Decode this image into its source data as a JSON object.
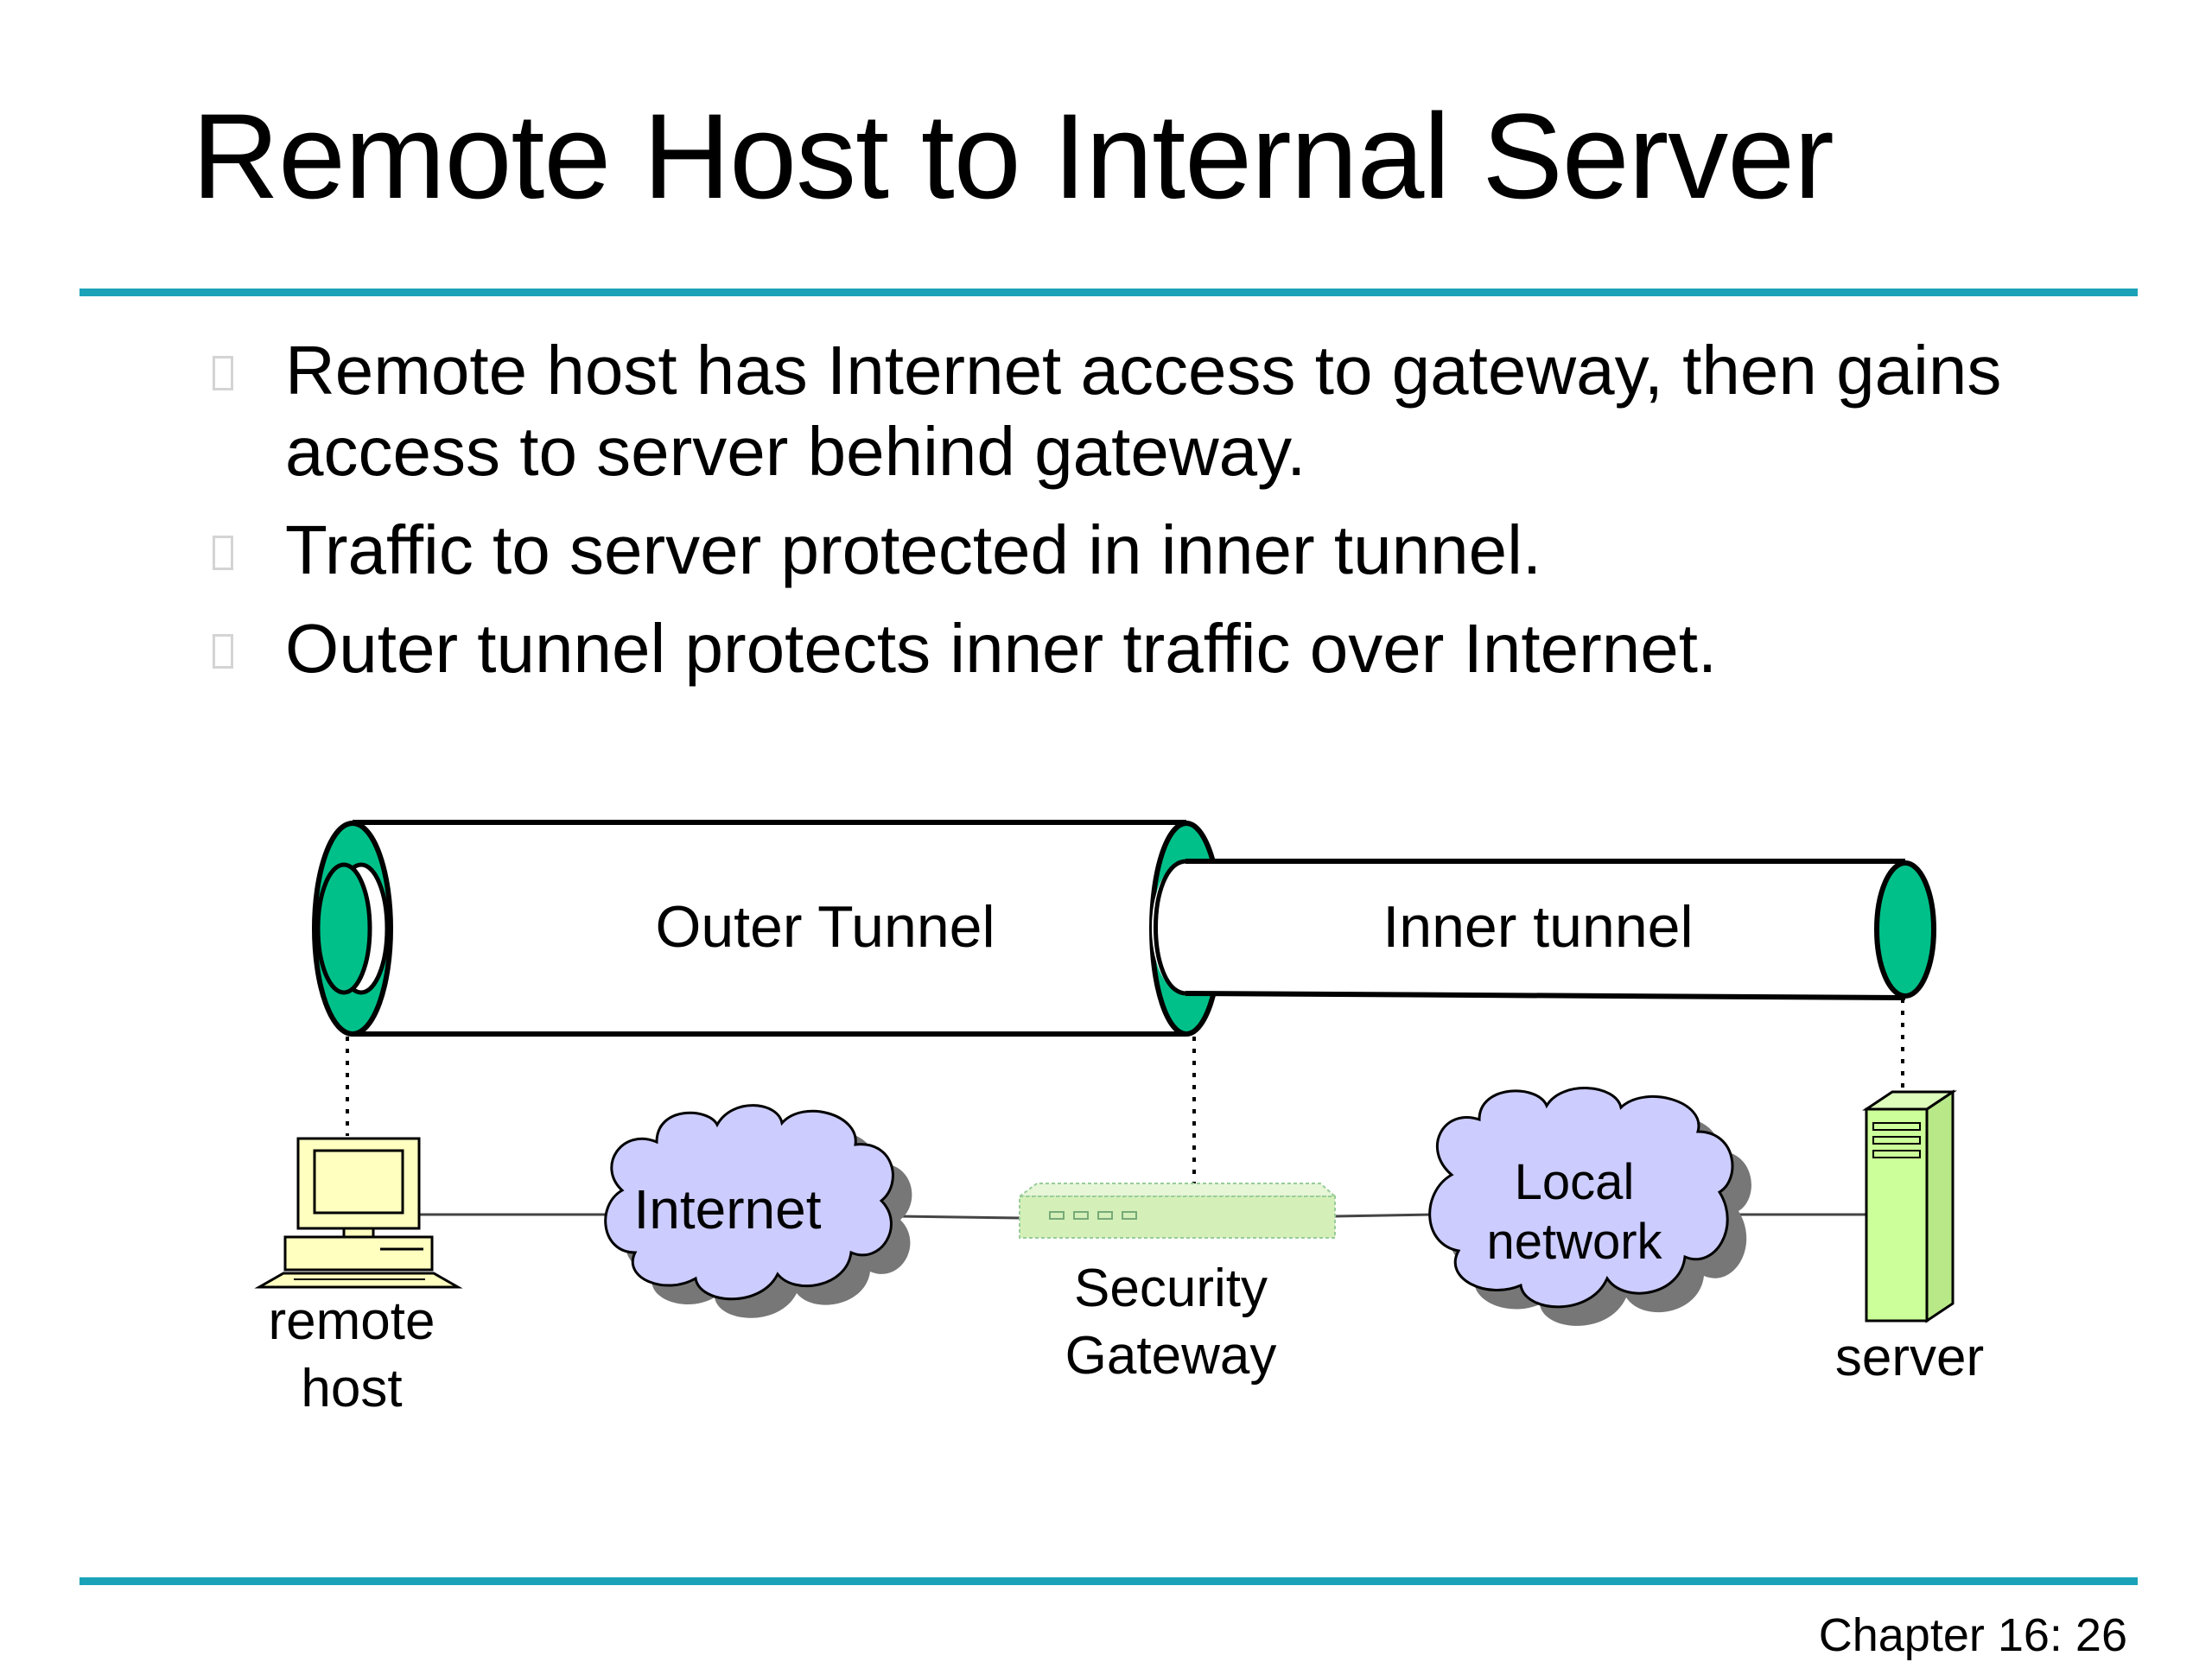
{
  "slide": {
    "title": "Remote Host to Internal Server",
    "bullets": [
      "Remote host has Internet access to gateway, then gains access to server behind gateway.",
      "Traffic to server protected in inner tunnel.",
      "Outer tunnel protects inner traffic over Internet."
    ],
    "page_number": "Chapter 16: 26"
  },
  "diagram": {
    "outer_tunnel_label": "Outer Tunnel",
    "inner_tunnel_label": "Inner tunnel",
    "remote_host_label": [
      "remote",
      "host"
    ],
    "internet_label": "Internet",
    "gateway_label": [
      "Security",
      "Gateway"
    ],
    "local_network_label": [
      "Local",
      "network"
    ],
    "server_label": "server"
  },
  "colors": {
    "rule": "#1aa3b8",
    "tunnel_end": "#00c08a",
    "cloud_fill": "#ccccff",
    "cloud_shadow": "#777777",
    "device_fill": "#ffffc0",
    "server_fill": "#ccff99",
    "gateway_fill": "#d4f0b8"
  }
}
